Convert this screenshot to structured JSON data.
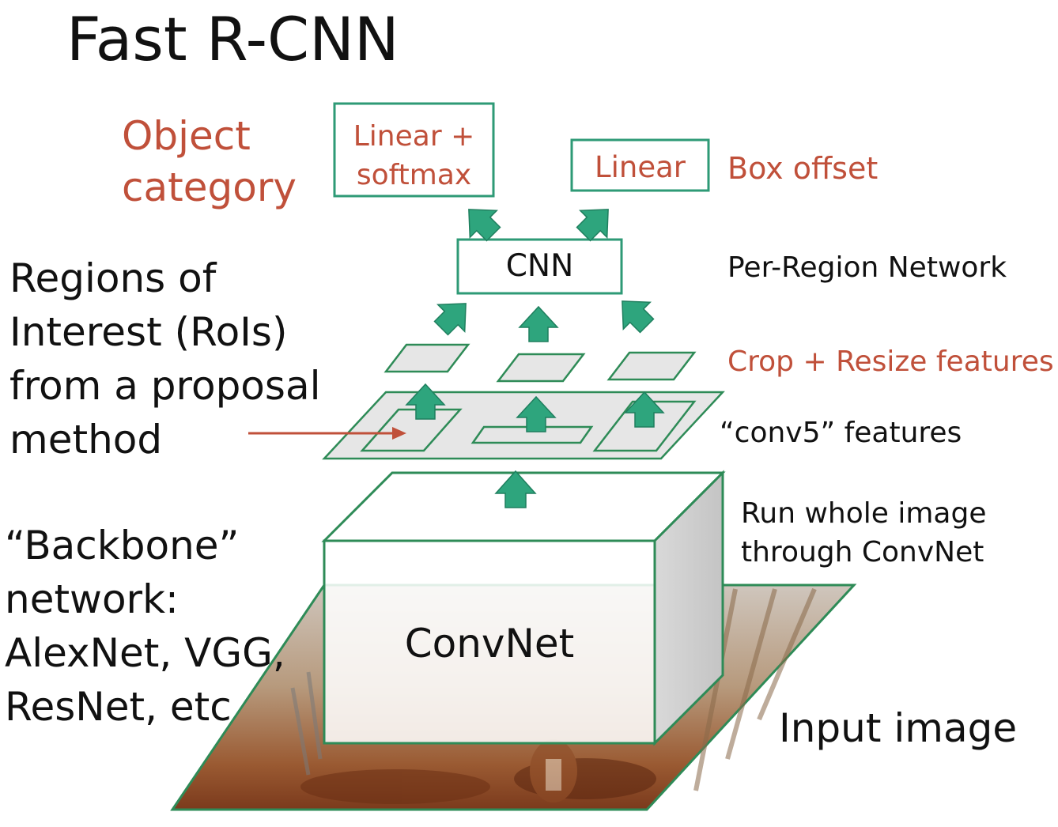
{
  "title": "Fast R-CNN",
  "labels": {
    "object_category": [
      "Object",
      "category"
    ],
    "box_offset": "Box offset",
    "per_region_network": "Per-Region Network",
    "crop_resize": "Crop + Resize features",
    "conv5": "“conv5” features",
    "run_whole_image": [
      "Run whole image",
      "through ConvNet"
    ],
    "input_image": "Input image",
    "rois": [
      "Regions of",
      "Interest (RoIs)",
      "from a proposal",
      "method"
    ],
    "backbone": [
      "“Backbone”",
      "network:",
      "AlexNet, VGG,",
      "ResNet, etc"
    ]
  },
  "boxes": {
    "linear_softmax": [
      "Linear +",
      "softmax"
    ],
    "linear": "Linear",
    "cnn": "CNN",
    "convnet": "ConvNet"
  },
  "colors": {
    "teal": "#2ea57d",
    "teal_border": "#25946f",
    "red_text": "#c0503a",
    "feature_fill": "#e6e6e6"
  }
}
